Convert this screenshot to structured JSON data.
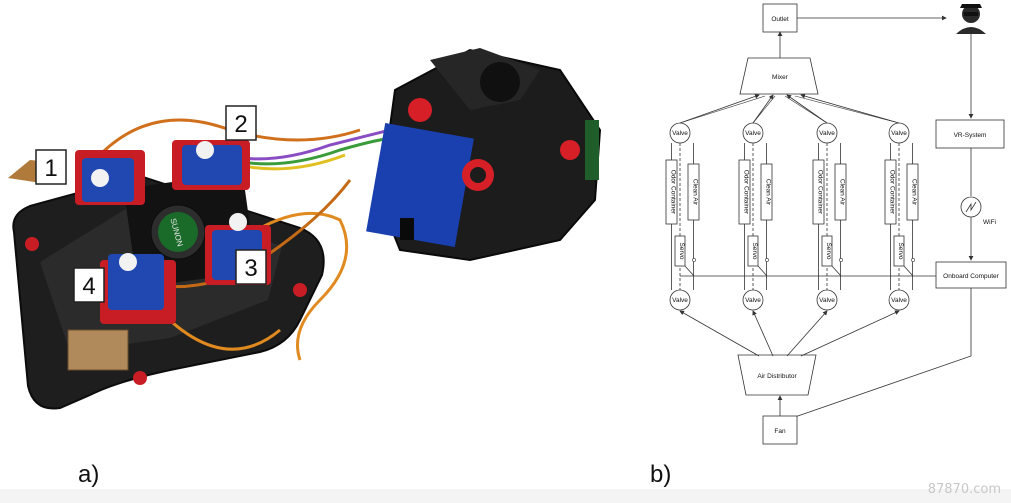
{
  "panels": {
    "a": "a)",
    "b": "b)"
  },
  "photo": {
    "labels": [
      "1",
      "2",
      "3",
      "4"
    ],
    "fan_brand": "SUNON"
  },
  "diagram": {
    "outlet": "Outlet",
    "mixer": "Mixer",
    "vr_system": "VR-System",
    "wifi": "WiFi",
    "onboard_computer": "Onboard Computer",
    "air_distributor": "Air Distributor",
    "fan": "Fan",
    "valve": "Valve",
    "odor_container": "Odor Container",
    "clean_air": "Clean Air",
    "servo": "Servo"
  },
  "watermark": "87870.com",
  "colors": {
    "red": "#d61f26",
    "blue": "#1f4fb5",
    "black": "#1b1b1b",
    "line": "#333333"
  }
}
